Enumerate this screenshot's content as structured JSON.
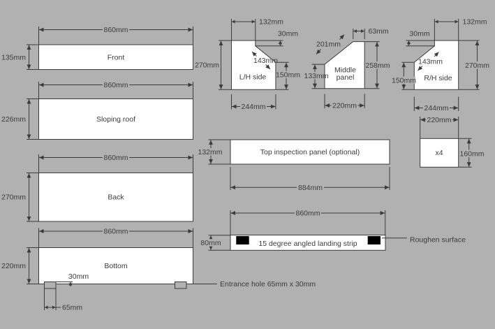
{
  "colors": {
    "background": "#b1b1b1",
    "panel_fill": "#ffffff",
    "line": "#3b3b3b",
    "rough_patch": "#000000"
  },
  "panels": {
    "front": {
      "name": "Front",
      "width": "860mm",
      "height": "135mm"
    },
    "sloping_roof": {
      "name": "Sloping roof",
      "width": "860mm",
      "height": "226mm"
    },
    "back": {
      "name": "Back",
      "width": "860mm",
      "height": "270mm"
    },
    "bottom": {
      "name": "Bottom",
      "width": "860mm",
      "height": "220mm",
      "notch_depth": "30mm",
      "notch_width": "65mm"
    },
    "lh_side": {
      "name": "L/H side",
      "top_width": "132mm",
      "step": "30mm",
      "slope": "143mm",
      "left_height": "270mm",
      "right_height": "150mm",
      "bottom_width": "244mm"
    },
    "middle": {
      "name_line1": "Middle",
      "name_line2": "panel",
      "slope": "201mm",
      "top_width": "63mm",
      "right_height": "258mm",
      "left_height": "133mm",
      "bottom_width": "220mm"
    },
    "rh_side": {
      "name": "R/H side",
      "top_width": "132mm",
      "step": "30mm",
      "slope": "143mm",
      "right_height": "270mm",
      "left_height": "150mm",
      "bottom_width": "244mm"
    },
    "quantity_panel": {
      "name": "x4",
      "width": "220mm",
      "height": "160mm"
    },
    "top_inspection": {
      "name": "Top inspection panel (optional)",
      "height": "132mm",
      "width": "884mm"
    },
    "landing_strip": {
      "name": "15 degree angled landing strip",
      "width": "860mm",
      "height": "80mm"
    }
  },
  "annotations": {
    "entrance_hole": "Entrance hole 65mm x 30mm",
    "roughen_surface": "Roughen surface"
  }
}
